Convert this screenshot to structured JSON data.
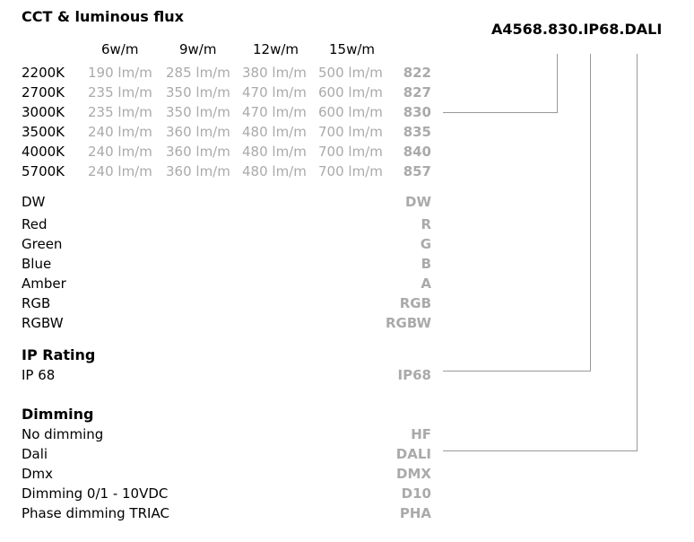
{
  "title": "CCT & luminous flux",
  "product_code": "A4568.830.IP68.DALI",
  "columns": [
    "6w/m",
    "9w/m",
    "12w/m",
    "15w/m"
  ],
  "cct_rows": [
    {
      "label": "2200K",
      "values": [
        "190 lm/m",
        "285 lm/m",
        "380 lm/m",
        "500 lm/m"
      ],
      "code": "822"
    },
    {
      "label": "2700K",
      "values": [
        "235 lm/m",
        "350 lm/m",
        "470 lm/m",
        "600 lm/m"
      ],
      "code": "827"
    },
    {
      "label": "3000K",
      "values": [
        "235 lm/m",
        "350 lm/m",
        "470 lm/m",
        "600 lm/m"
      ],
      "code": "830"
    },
    {
      "label": "3500K",
      "values": [
        "240 lm/m",
        "360 lm/m",
        "480 lm/m",
        "700 lm/m"
      ],
      "code": "835"
    },
    {
      "label": "4000K",
      "values": [
        "240 lm/m",
        "360 lm/m",
        "480 lm/m",
        "700 lm/m"
      ],
      "code": "840"
    },
    {
      "label": "5700K",
      "values": [
        "240 lm/m",
        "360 lm/m",
        "480 lm/m",
        "700 lm/m"
      ],
      "code": "857"
    }
  ],
  "color_rows": [
    {
      "label": "DW",
      "code": "DW"
    },
    {
      "label": "Red",
      "code": "R"
    },
    {
      "label": "Green",
      "code": "G"
    },
    {
      "label": "Blue",
      "code": "B"
    },
    {
      "label": "Amber",
      "code": "A"
    },
    {
      "label": "RGB",
      "code": "RGB"
    },
    {
      "label": "RGBW",
      "code": "RGBW"
    }
  ],
  "ip": {
    "heading": "IP Rating",
    "rows": [
      {
        "label": "IP 68",
        "code": "IP68"
      }
    ]
  },
  "dimming": {
    "heading": "Dimming",
    "rows": [
      {
        "label": "No dimming",
        "code": "HF"
      },
      {
        "label": "Dali",
        "code": "DALI"
      },
      {
        "label": "Dmx",
        "code": "DMX"
      },
      {
        "label": "Dimming 0/1 - 10VDC",
        "code": "D10"
      },
      {
        "label": "Phase dimming TRIAC",
        "code": "PHA"
      }
    ]
  }
}
